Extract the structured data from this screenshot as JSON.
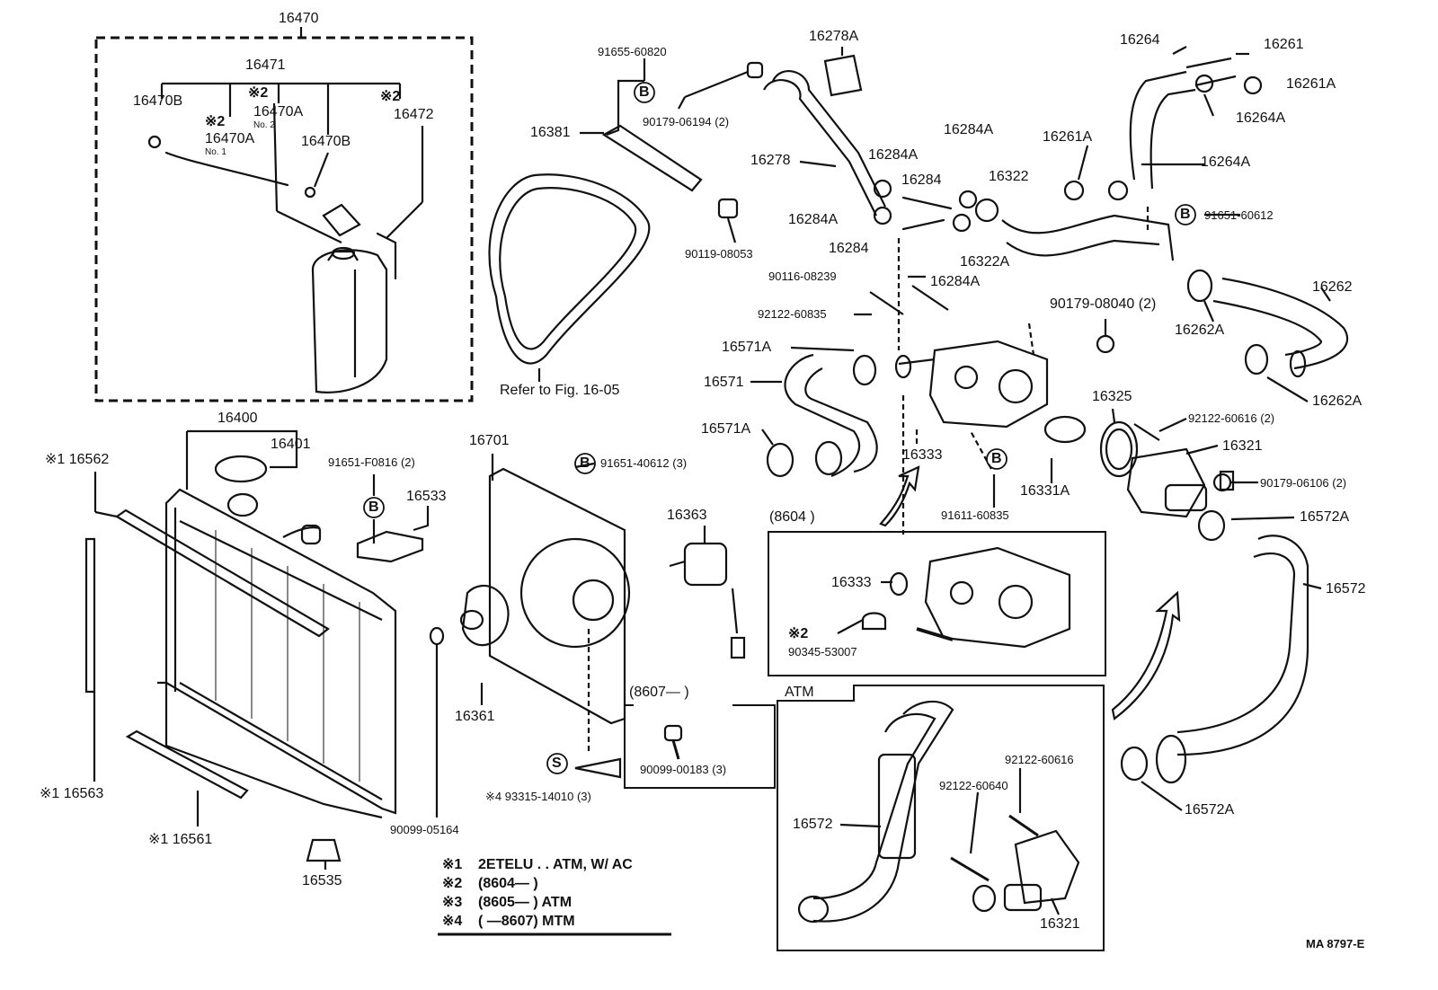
{
  "diagram_code": "MA 8797-E",
  "refer_note": "Refer to Fig. 16-05",
  "boxes": {
    "box_8604": "(8604       )",
    "box_8607": "(8607—       )",
    "box_atm": "ATM"
  },
  "callouts": {
    "c_16470": "16470",
    "c_16471": "16471",
    "c_16470B_a": "16470B",
    "c_16470B_b": "16470B",
    "c_16470A_a": "16470A",
    "c_16470A_b": "16470A",
    "c_no2": "No. 2",
    "c_no1": "No. 1",
    "c_16472": "16472",
    "c_star2_a": "※2",
    "c_star2_b": "※2",
    "c_star2_c": "※2",
    "c_16400": "16400",
    "c_16401": "16401",
    "c_16562": "※1 16562",
    "c_16563": "※1 16563",
    "c_16561": "※1 16561",
    "c_16535": "16535",
    "c_90099_05164": "90099-05164",
    "c_91651_f0816": "91651-F0816 (2)",
    "c_16533": "16533",
    "c_16701": "16701",
    "c_91651_40612": "91651-40612 (3)",
    "c_16363": "16363",
    "c_16361": "16361",
    "c_93315": "※4 93315-14010 (3)",
    "c_90099_00183": "90099-00183 (3)",
    "c_91655": "91655-60820",
    "c_90179_06194": "90179-06194 (2)",
    "c_16381": "16381",
    "c_90119": "90119-08053",
    "c_16278A": "16278A",
    "c_16278": "16278",
    "c_16284A_a": "16284A",
    "c_16284A_b": "16284A",
    "c_16284A_c": "16284A",
    "c_16284A_d": "16284A",
    "c_16284_a": "16284",
    "c_16284_b": "16284",
    "c_16322": "16322",
    "c_16322A": "16322A",
    "c_16264": "16264",
    "c_16261": "16261",
    "c_16261A_a": "16261A",
    "c_16261A_b": "16261A",
    "c_16264A_a": "16264A",
    "c_16264A_b": "16264A",
    "c_91651_60612": "91651-60612",
    "c_90116": "90116-08239",
    "c_92122_60835": "92122-60835",
    "c_90179_08040": "90179-08040 (2)",
    "c_16262": "16262",
    "c_16262A_a": "16262A",
    "c_16262A_b": "16262A",
    "c_16571A_a": "16571A",
    "c_16571A_b": "16571A",
    "c_16571": "16571",
    "c_16333_a": "16333",
    "c_16333_b": "16333",
    "c_91611": "91611-60835",
    "c_16331A": "16331A",
    "c_16325": "16325",
    "c_92122_60616_a": "92122-60616 (2)",
    "c_16321_a": "16321",
    "c_90179_06106": "90179-06106 (2)",
    "c_16572A_a": "16572A",
    "c_16572_a": "16572",
    "c_16572A_b": "16572A",
    "c_90345": "90345-53007",
    "c_16572_b": "16572",
    "c_92122_60640": "92122-60640",
    "c_92122_60616_b": "92122-60616",
    "c_16321_b": "16321"
  },
  "markers": {
    "B": "B",
    "S": "S"
  },
  "notes": [
    {
      "mark": "※1",
      "text": "2ETELU . . ATM, W/ AC"
    },
    {
      "mark": "※2",
      "text": "(8604—         )"
    },
    {
      "mark": "※3",
      "text": "(8605—         ) ATM"
    },
    {
      "mark": "※4",
      "text": "(          —8607) MTM"
    }
  ]
}
